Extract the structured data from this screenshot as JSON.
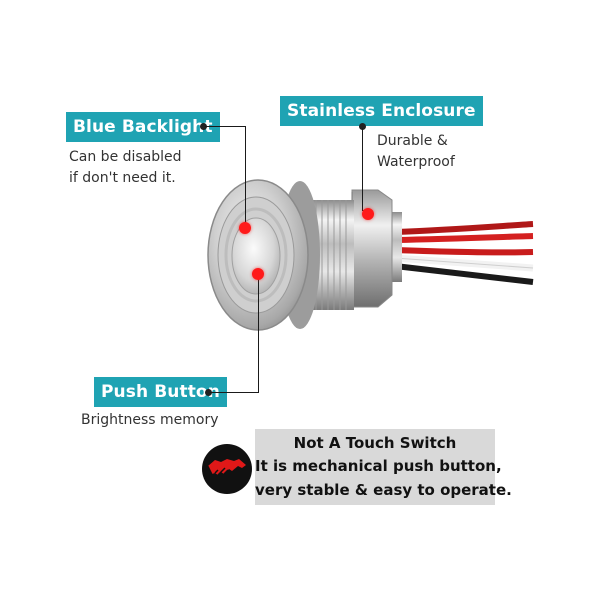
{
  "callouts": {
    "blue_backlight": {
      "title": "Blue Backlight",
      "desc_line1": "Can be disabled",
      "desc_line2": "if don't need it."
    },
    "stainless_enclosure": {
      "title": "Stainless Enclosure",
      "desc_line1": "Durable &",
      "desc_line2": "Waterproof"
    },
    "push_button": {
      "title": "Push Button",
      "desc_line1": "Brightness memory"
    }
  },
  "notice": {
    "title": "Not A Touch Switch",
    "line1": "It is mechanical push button,",
    "line2": "very stable & easy to operate."
  },
  "colors": {
    "accent": "#1fa3b3",
    "hotspot": "#ff1a1a",
    "notice_bg": "#d9d9d9"
  },
  "icons": {
    "badge": "handshake-icon"
  }
}
